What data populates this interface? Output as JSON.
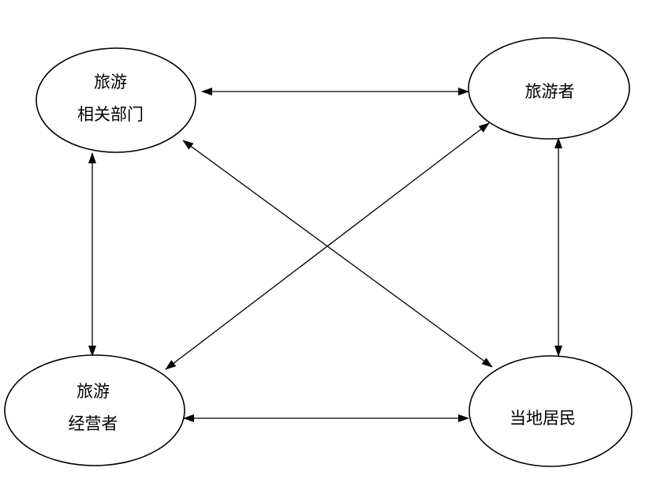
{
  "nodes": {
    "tourism_departments": {
      "line1": "旅游",
      "line2": "相关部门"
    },
    "tourists": {
      "line1": "旅游者"
    },
    "tourism_operators": {
      "line1": "旅游",
      "line2": "经营者"
    },
    "local_residents": {
      "line1": "当地居民"
    }
  },
  "edges": [
    {
      "from": "tourism_departments",
      "to": "tourists",
      "arrows": "both"
    },
    {
      "from": "tourism_departments",
      "to": "tourism_operators",
      "arrows": "both"
    },
    {
      "from": "tourists",
      "to": "local_residents",
      "arrows": "both"
    },
    {
      "from": "tourism_operators",
      "to": "local_residents",
      "arrows": "both"
    },
    {
      "from": "tourism_departments",
      "to": "local_residents",
      "arrows": "both"
    },
    {
      "from": "tourists",
      "to": "tourism_operators",
      "arrows": "both"
    }
  ],
  "colors": {
    "stroke": "#000000",
    "background": "#ffffff"
  }
}
